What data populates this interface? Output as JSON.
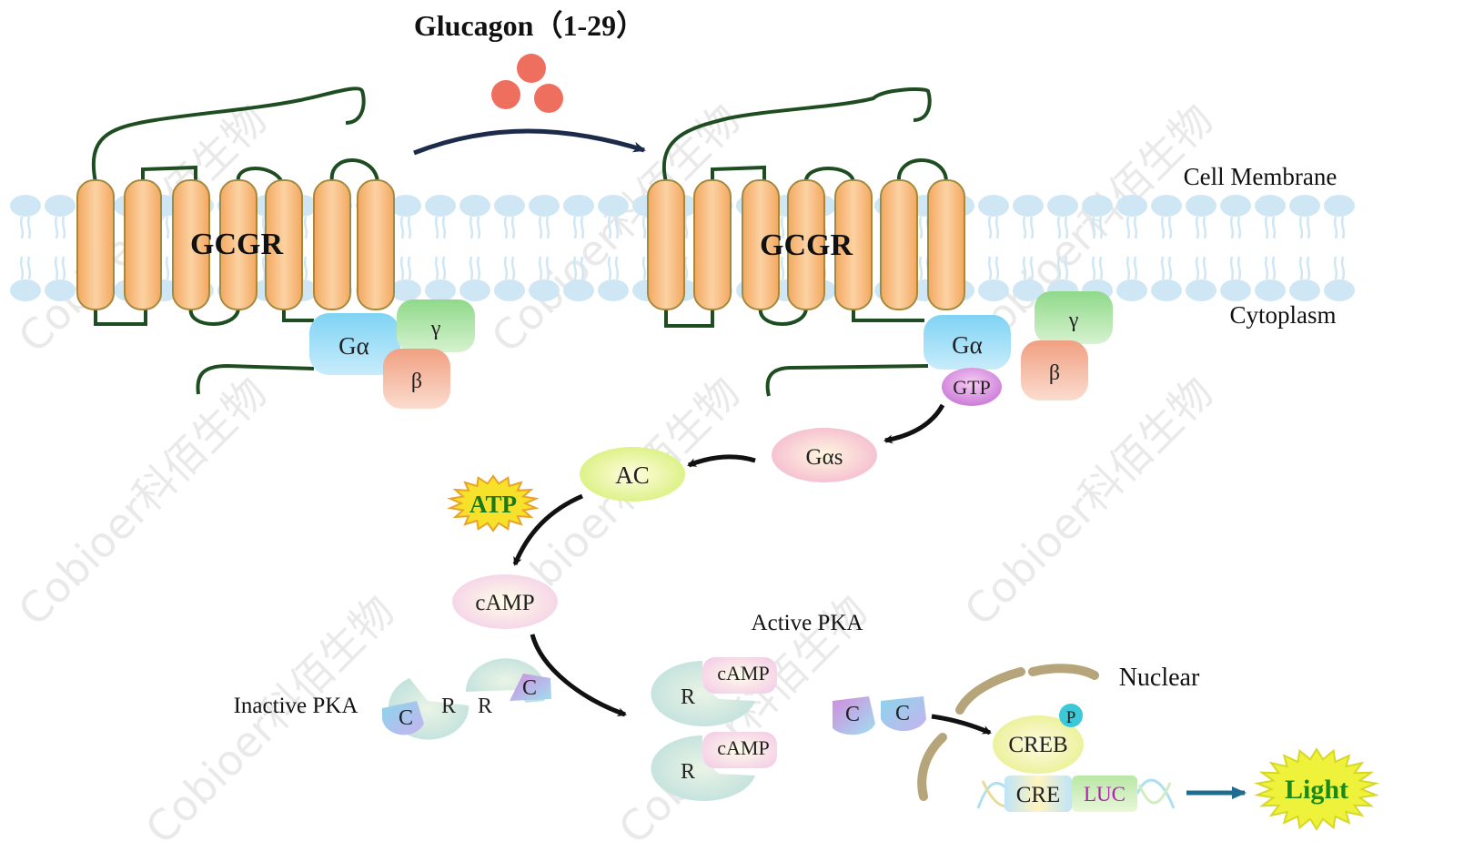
{
  "title": "Glucagon（1-29）",
  "labels": {
    "cell_membrane": "Cell Membrane",
    "cytoplasm": "Cytoplasm",
    "nuclear": "Nuclear",
    "active_pka": "Active PKA",
    "inactive_pka": "Inactive PKA"
  },
  "receptor": {
    "left_label": "GCGR",
    "right_label": "GCGR"
  },
  "g_protein": {
    "alpha": "Gα",
    "beta": "β",
    "gamma": "γ",
    "gtp": "GTP",
    "alpha_s": "Gαs"
  },
  "molecules": {
    "ac": "AC",
    "atp": "ATP",
    "camp": "cAMP",
    "pka_r": "R",
    "pka_c": "C",
    "pka_camp": "cAMP",
    "creb": "CREB",
    "phospho": "P",
    "cre": "CRE",
    "luc": "LUC",
    "light": "Light"
  },
  "watermark": "Cobioer科佰生物",
  "colors": {
    "helix": "#f7b877",
    "helix_stroke": "#a48a3e",
    "loop": "#1f4d22",
    "lipid": "#cfe6f5",
    "glucagon": "#ef6f5f",
    "arrow": "#111111",
    "title_arrow": "#1c2b4a",
    "nucleus": "#b6a57a",
    "atp_star": "#f7e12a",
    "atp_text": "#1a7a1a",
    "light_star": "#eef23a",
    "light_text": "#1a8a1a",
    "luc_text": "#b020b0",
    "output_arrow": "#1e6c8e"
  }
}
